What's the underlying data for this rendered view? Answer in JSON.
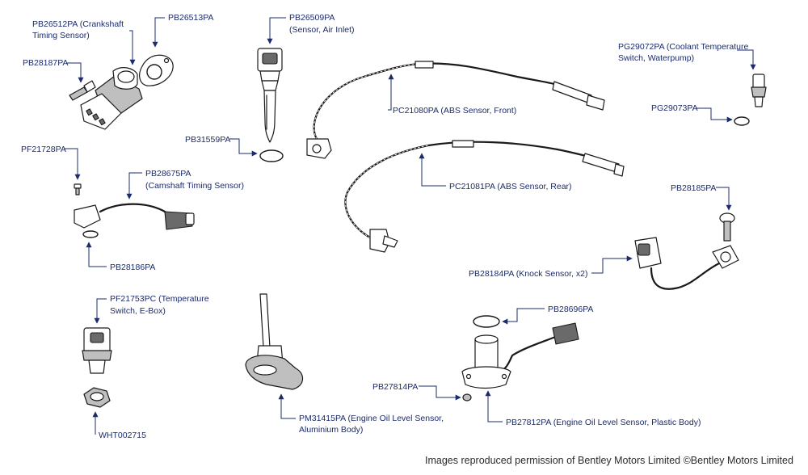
{
  "diagram": {
    "credit": "Images reproduced permission of Bentley Motors Limited ©Bentley Motors Limited",
    "labels": {
      "pb26512pa": [
        "PB26512PA (Crankshaft",
        "Timing Sensor)"
      ],
      "pb26513pa": [
        "PB26513PA"
      ],
      "pb28187pa": [
        "PB28187PA"
      ],
      "pb26509pa": [
        "PB26509PA",
        "(Sensor, Air Inlet)"
      ],
      "pb31559pa": [
        "PB31559PA"
      ],
      "pc21080pa": [
        "PC21080PA (ABS Sensor, Front)"
      ],
      "pc21081pa": [
        "PC21081PA (ABS Sensor, Rear)"
      ],
      "pg29072pa": [
        "PG29072PA (Coolant Temperature",
        "Switch, Waterpump)"
      ],
      "pg29073pa": [
        "PG29073PA"
      ],
      "pf21728pa": [
        "PF21728PA"
      ],
      "pb28675pa": [
        "PB28675PA",
        "(Camshaft Timing Sensor)"
      ],
      "pb28186pa": [
        "PB28186PA"
      ],
      "pb28185pa": [
        "PB28185PA"
      ],
      "pb28184pa": [
        "PB28184PA (Knock Sensor, x2)"
      ],
      "pf21753pc": [
        "PF21753PC (Temperature",
        "Switch, E-Box)"
      ],
      "wht002715": [
        "WHT002715"
      ],
      "pm31415pa": [
        "PM31415PA (Engine Oil Level Sensor,",
        "Aluminium Body)"
      ],
      "pb28696pa": [
        "PB28696PA"
      ],
      "pb27814pa": [
        "PB27814PA"
      ],
      "pb27812pa": [
        "PB27812PA (Engine Oil Level Sensor, Plastic Body)"
      ]
    }
  }
}
